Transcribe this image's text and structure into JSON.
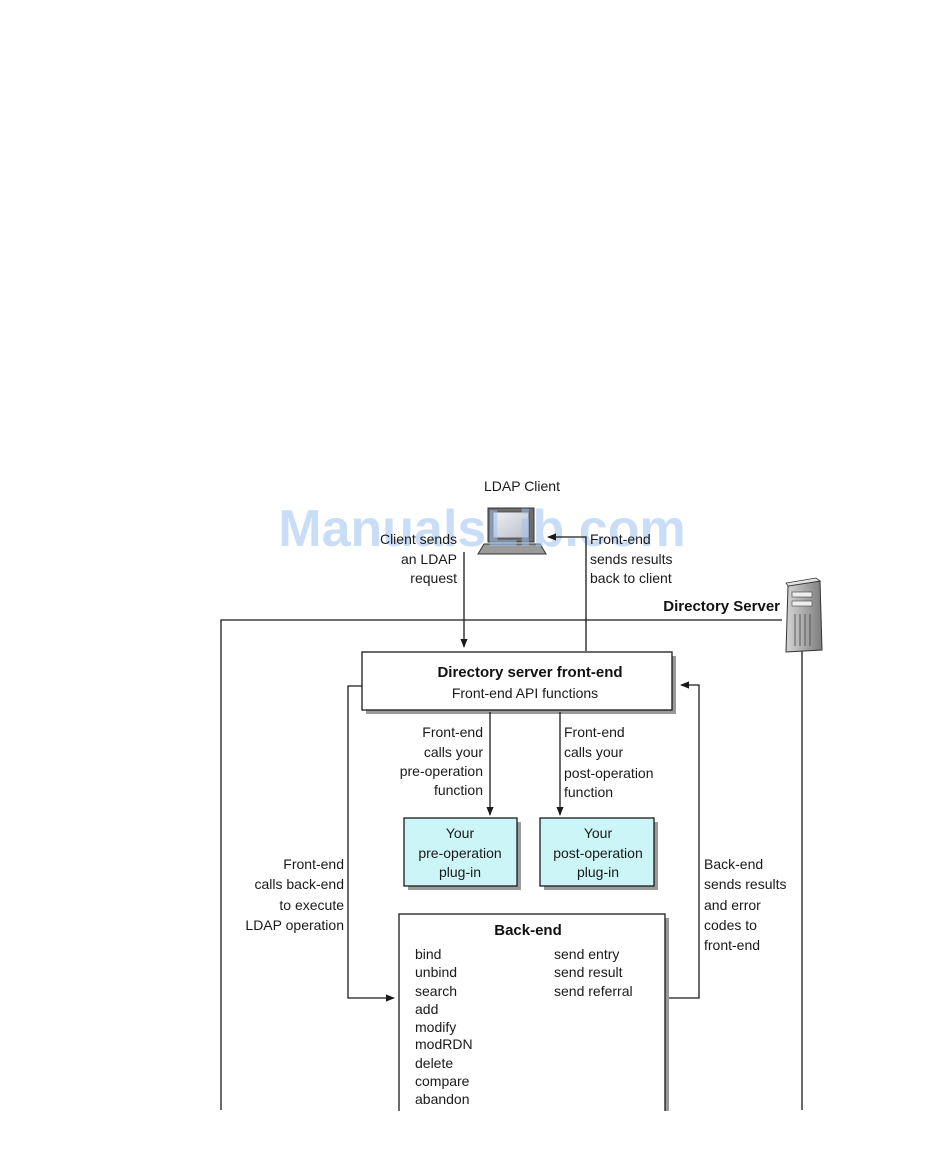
{
  "watermark": "ManualsLib.com",
  "client": {
    "label": "LDAP Client",
    "request_text": [
      "Client sends",
      "an LDAP",
      "request"
    ],
    "response_text": [
      "Front-end",
      "sends results",
      "back to client"
    ]
  },
  "server": {
    "label": "Directory Server"
  },
  "frontend": {
    "title": "Directory server front-end",
    "subtitle": "Front-end API functions"
  },
  "preop_call": [
    "Front-end",
    "calls your",
    "pre-operation",
    "function"
  ],
  "postop_call": [
    "Front-end",
    "calls your",
    "post-operation",
    "function"
  ],
  "preop_plugin": [
    "Your",
    "pre-operation",
    "plug-in"
  ],
  "postop_plugin": [
    "Your",
    "post-operation",
    "plug-in"
  ],
  "backend_call": [
    "Front-end",
    "calls back-end",
    "to execute",
    "LDAP operation"
  ],
  "backend_return": [
    "Back-end",
    "sends results",
    "and error",
    "codes to",
    "front-end"
  ],
  "backend": {
    "title": "Back-end",
    "operations": [
      "bind",
      "unbind",
      "search",
      "add",
      "modify",
      "modRDN",
      "delete",
      "compare",
      "abandon"
    ],
    "responses": [
      "send entry",
      "send result",
      "send referral"
    ]
  }
}
